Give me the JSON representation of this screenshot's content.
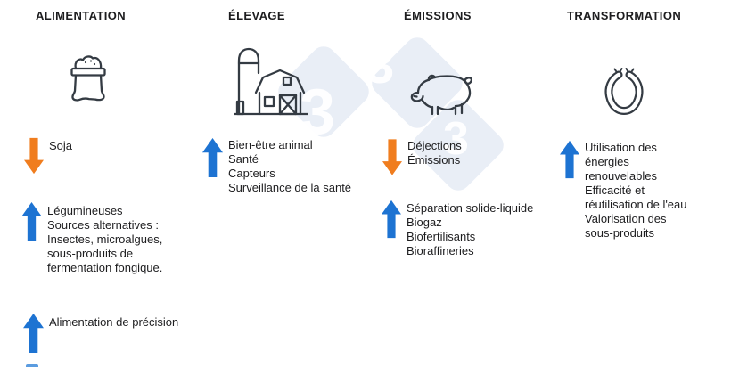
{
  "colors": {
    "up_arrow": "#1d73d2",
    "down_arrow": "#f07d1e",
    "icon_stroke": "#343b43",
    "watermark_diamond": "#e9eef6",
    "watermark_digit": "#ffffff",
    "text": "#1d1d1f"
  },
  "watermark": {
    "digits": [
      "3",
      "3",
      "3"
    ]
  },
  "columns": [
    {
      "title": "ALIMENTATION",
      "icon": "grain-sack-icon",
      "rows": [
        {
          "arrow": "down",
          "lines": [
            "Soja"
          ]
        },
        {
          "arrow": "up",
          "lines": [
            "Légumineuses",
            "Sources alternatives :",
            "Insectes, microalgues,",
            "sous-produits de",
            "fermentation fongique."
          ]
        },
        {
          "arrow": "up",
          "lines": [
            "Alimentation de précision"
          ]
        }
      ]
    },
    {
      "title": "ÉLEVAGE",
      "icon": "barn-icon",
      "rows": [
        {
          "arrow": "up",
          "lines": [
            "Bien-être animal",
            "Santé",
            "Capteurs",
            "Surveillance de la santé"
          ]
        }
      ]
    },
    {
      "title": "ÉMISSIONS",
      "icon": "pig-icon",
      "rows": [
        {
          "arrow": "down",
          "lines": [
            "Déjections",
            "Émissions"
          ]
        },
        {
          "arrow": "up",
          "lines": [
            "Séparation solide-liquide",
            "Biogaz",
            "Biofertilisants",
            "Bioraffineries"
          ]
        }
      ]
    },
    {
      "title": "TRANSFORMATION",
      "icon": "sausage-ring-icon",
      "rows": [
        {
          "arrow": "up",
          "lines": [
            "Utilisation des",
            "énergies",
            "renouvelables",
            "Efficacité et",
            "réutilisation de l'eau",
            "Valorisation des",
            "sous-produits"
          ]
        }
      ]
    }
  ]
}
